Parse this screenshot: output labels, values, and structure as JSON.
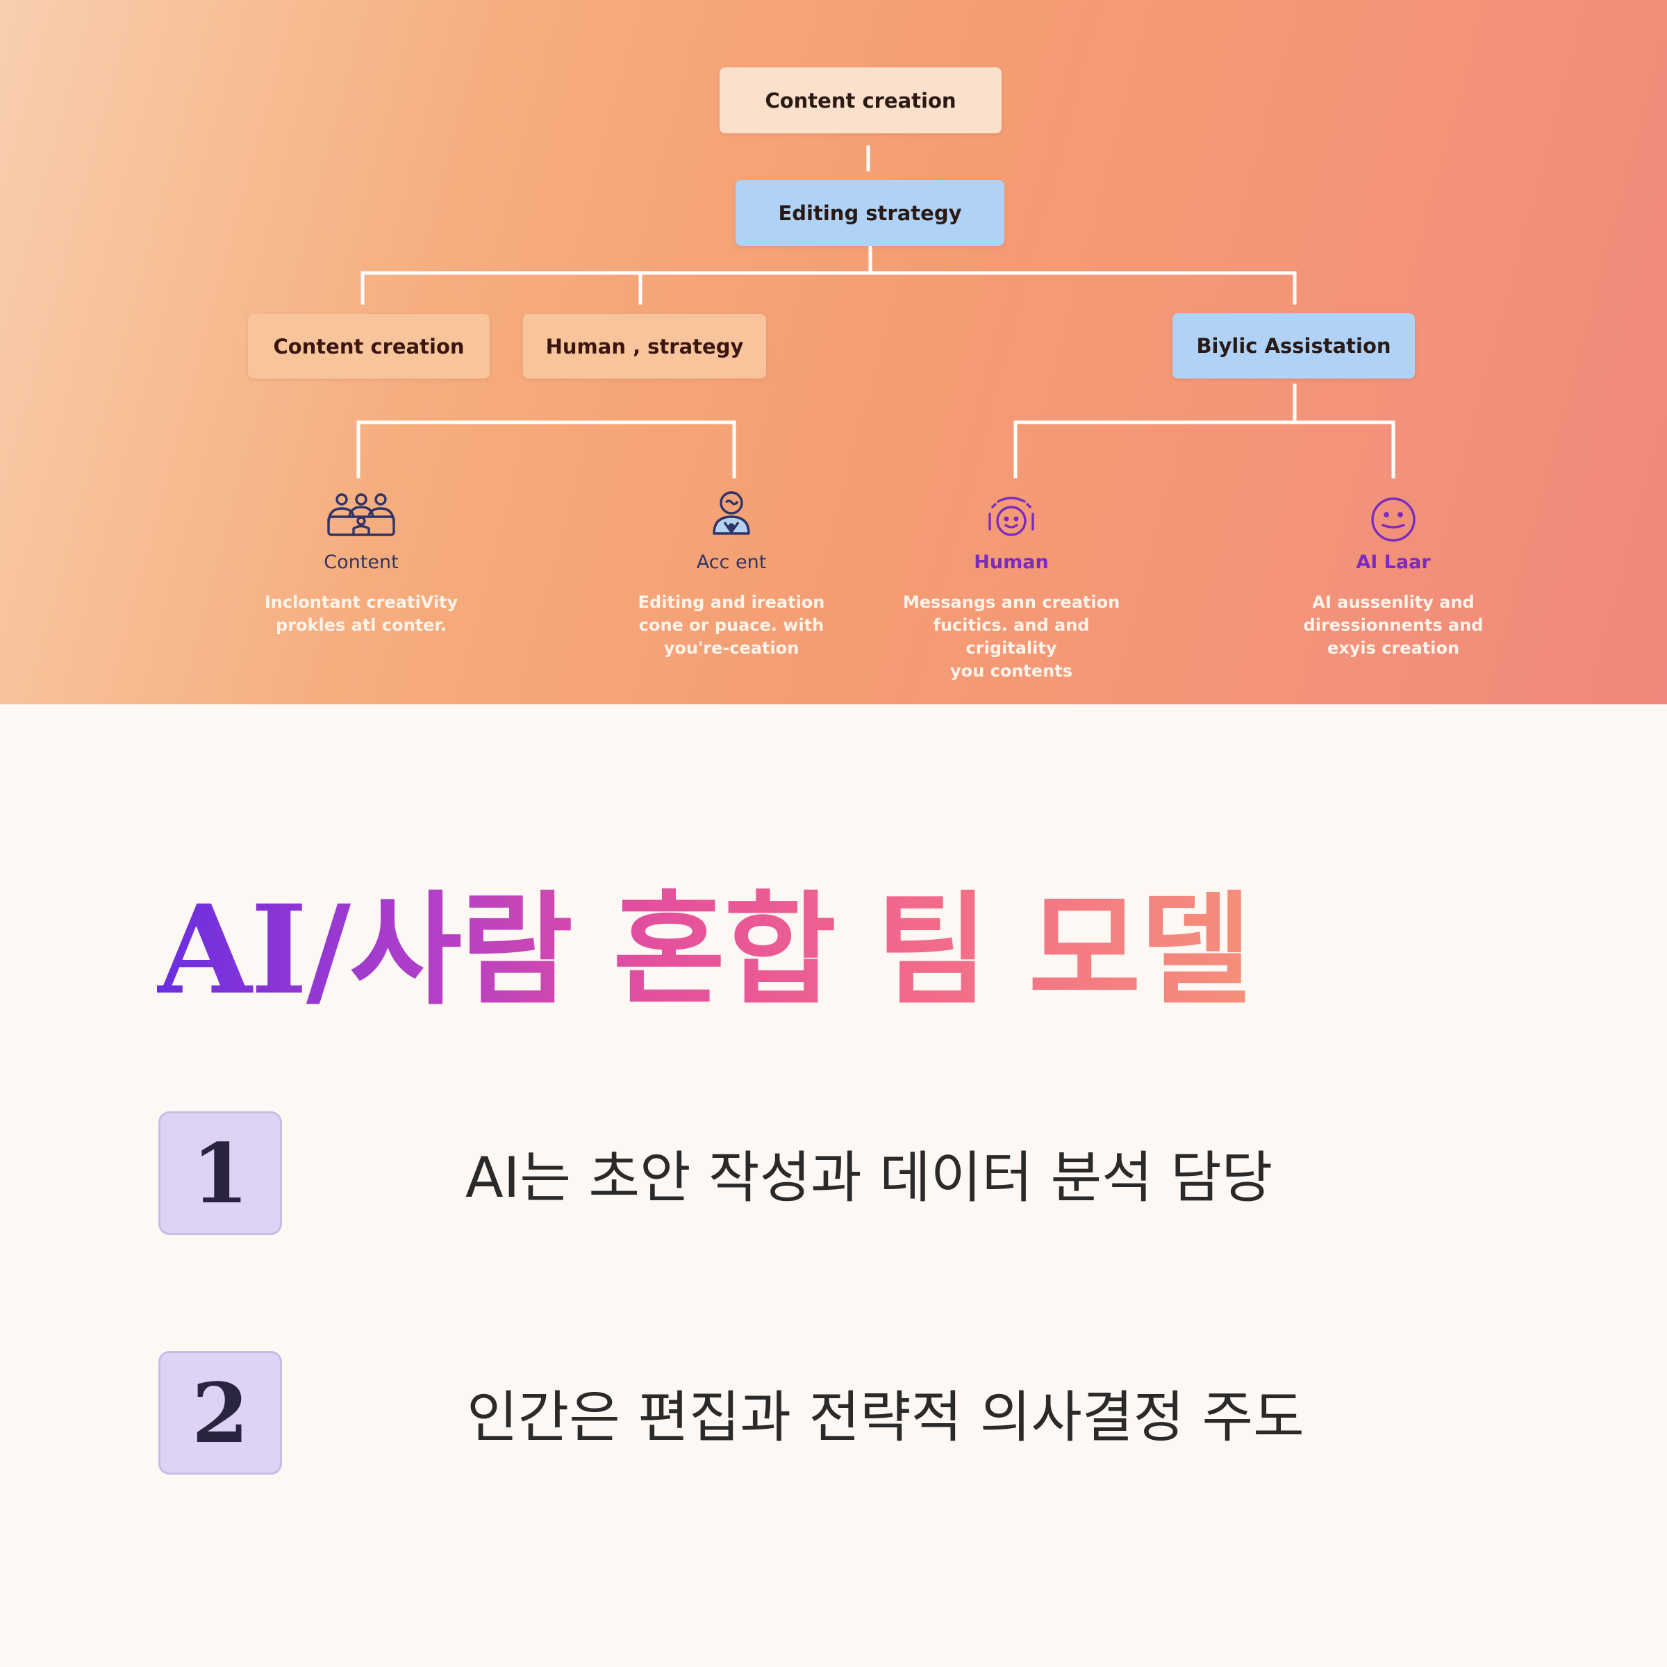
{
  "diagram": {
    "root": {
      "label": "Content creation"
    },
    "strategy": {
      "label": "Editing strategy"
    },
    "branches": [
      {
        "label": "Content creation"
      },
      {
        "label": "Human , strategy"
      },
      {
        "label": "Biylic Assistation"
      }
    ],
    "leaves": [
      {
        "icon": "team-icon",
        "label": "Content",
        "desc": [
          "Inclontant creatiVity",
          "prokles atl conter."
        ]
      },
      {
        "icon": "person-icon",
        "label": "Acc ent",
        "desc": [
          "Editing and ireation",
          "cone or puace. with",
          "you're-ceation"
        ]
      },
      {
        "icon": "face-scan-icon",
        "label": "Human",
        "desc": [
          "Messangs ann creation",
          "fucitics. and and crigitality",
          "you contents"
        ]
      },
      {
        "icon": "smiley-icon",
        "label": "AI Laar",
        "desc": [
          "AI aussenlity and",
          "diressionnents and",
          "exyis creation"
        ]
      }
    ],
    "colors": {
      "navy": "#2f3467",
      "purple": "#7a2cc0"
    }
  },
  "title": "AI/사람 혼합 팀 모델",
  "items": [
    {
      "number": "1",
      "text": "AI는 초안 작성과 데이터 분석 담당"
    },
    {
      "number": "2",
      "text": "인간은 편집과 전략적 의사결정 주도"
    }
  ]
}
